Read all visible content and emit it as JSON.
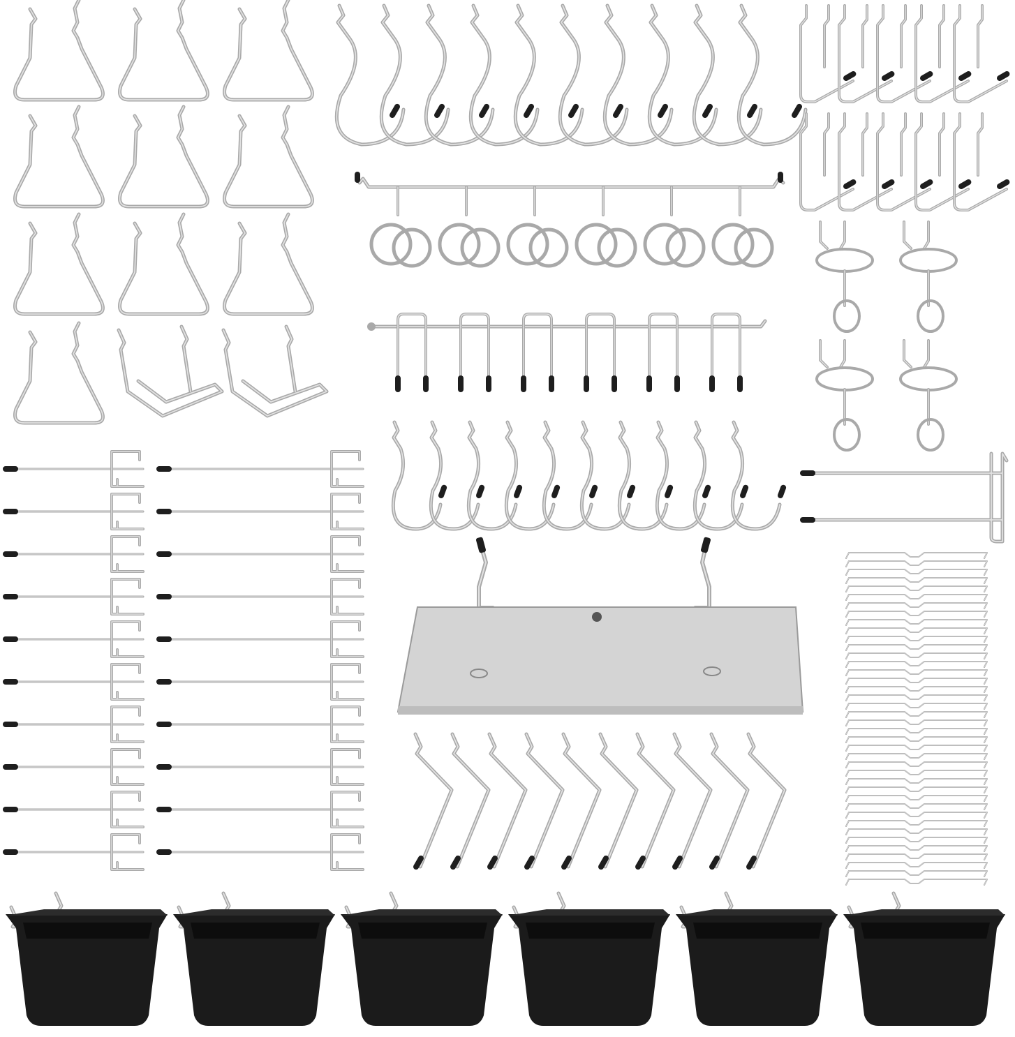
{
  "colors": {
    "background": "#ffffff",
    "metal": "#a9a9a9",
    "metal_highlight": "#e2e2e2",
    "rubber_tip": "#1e1e1e",
    "bin": "#1b1b1b",
    "bin_rim": "#2c2c2c",
    "shelf": "#d4d4d4",
    "shelf_edge": "#9a9a9a"
  },
  "groups": {
    "loop_hooks": 10,
    "angled_loop_hooks": 2,
    "large_j_hooks": 10,
    "l_hooks_small": 10,
    "ring_bar_rings": 6,
    "spring_clips": 4,
    "u_bar_hooks": 6,
    "medium_j_hooks": 10,
    "double_prong_hooks": 1,
    "straight_hooks": 20,
    "shelves": 1,
    "peg_locks": 40,
    "angled_l_hooks": 10,
    "bins": 6
  }
}
